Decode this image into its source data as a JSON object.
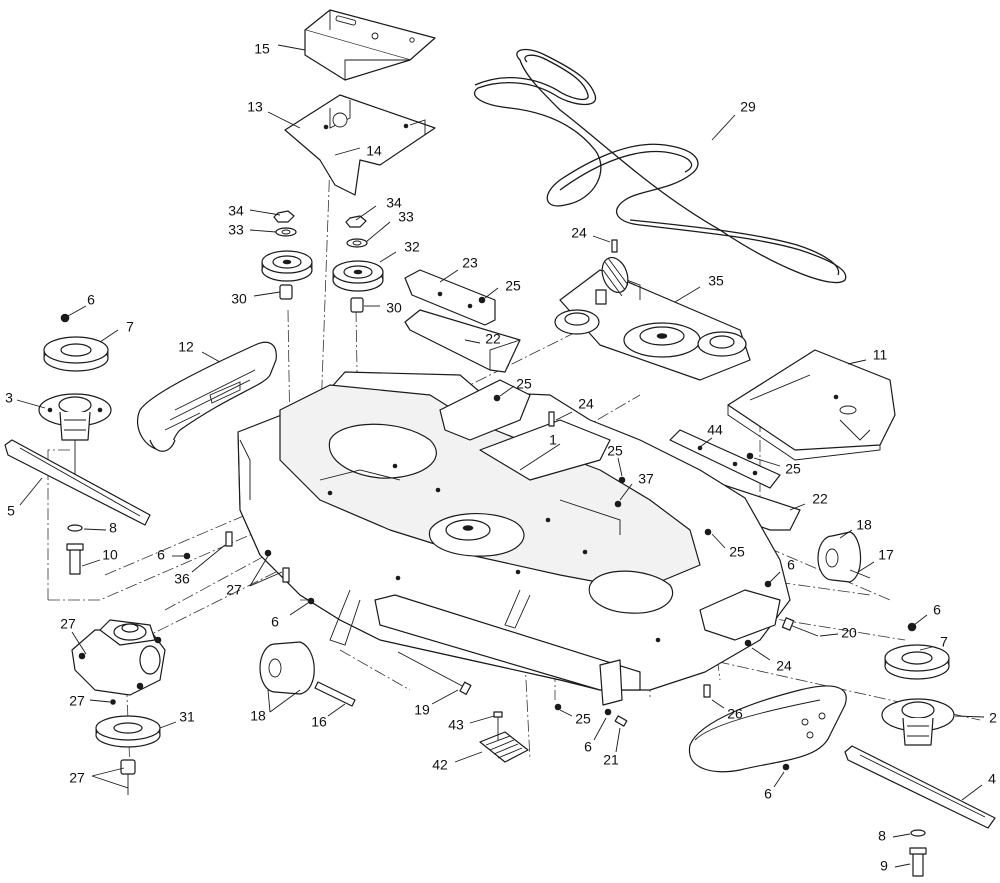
{
  "callouts": [
    {
      "n": "15"
    },
    {
      "n": "13"
    },
    {
      "n": "14"
    },
    {
      "n": "29"
    },
    {
      "n": "34"
    },
    {
      "n": "33"
    },
    {
      "n": "34"
    },
    {
      "n": "33"
    },
    {
      "n": "32"
    },
    {
      "n": "30"
    },
    {
      "n": "30"
    },
    {
      "n": "23"
    },
    {
      "n": "25"
    },
    {
      "n": "22"
    },
    {
      "n": "24"
    },
    {
      "n": "35"
    },
    {
      "n": "6"
    },
    {
      "n": "7"
    },
    {
      "n": "12"
    },
    {
      "n": "3"
    },
    {
      "n": "25"
    },
    {
      "n": "24"
    },
    {
      "n": "11"
    },
    {
      "n": "1"
    },
    {
      "n": "44"
    },
    {
      "n": "25"
    },
    {
      "n": "25"
    },
    {
      "n": "37"
    },
    {
      "n": "5"
    },
    {
      "n": "22"
    },
    {
      "n": "8"
    },
    {
      "n": "18"
    },
    {
      "n": "10"
    },
    {
      "n": "6"
    },
    {
      "n": "25"
    },
    {
      "n": "36"
    },
    {
      "n": "17"
    },
    {
      "n": "6"
    },
    {
      "n": "27"
    },
    {
      "n": "6"
    },
    {
      "n": "6"
    },
    {
      "n": "27"
    },
    {
      "n": "20"
    },
    {
      "n": "24"
    },
    {
      "n": "7"
    },
    {
      "n": "18"
    },
    {
      "n": "16"
    },
    {
      "n": "19"
    },
    {
      "n": "27"
    },
    {
      "n": "31"
    },
    {
      "n": "26"
    },
    {
      "n": "25"
    },
    {
      "n": "2"
    },
    {
      "n": "43"
    },
    {
      "n": "6"
    },
    {
      "n": "21"
    },
    {
      "n": "42"
    },
    {
      "n": "27"
    },
    {
      "n": "6"
    },
    {
      "n": "4"
    },
    {
      "n": "8"
    },
    {
      "n": "9"
    }
  ]
}
